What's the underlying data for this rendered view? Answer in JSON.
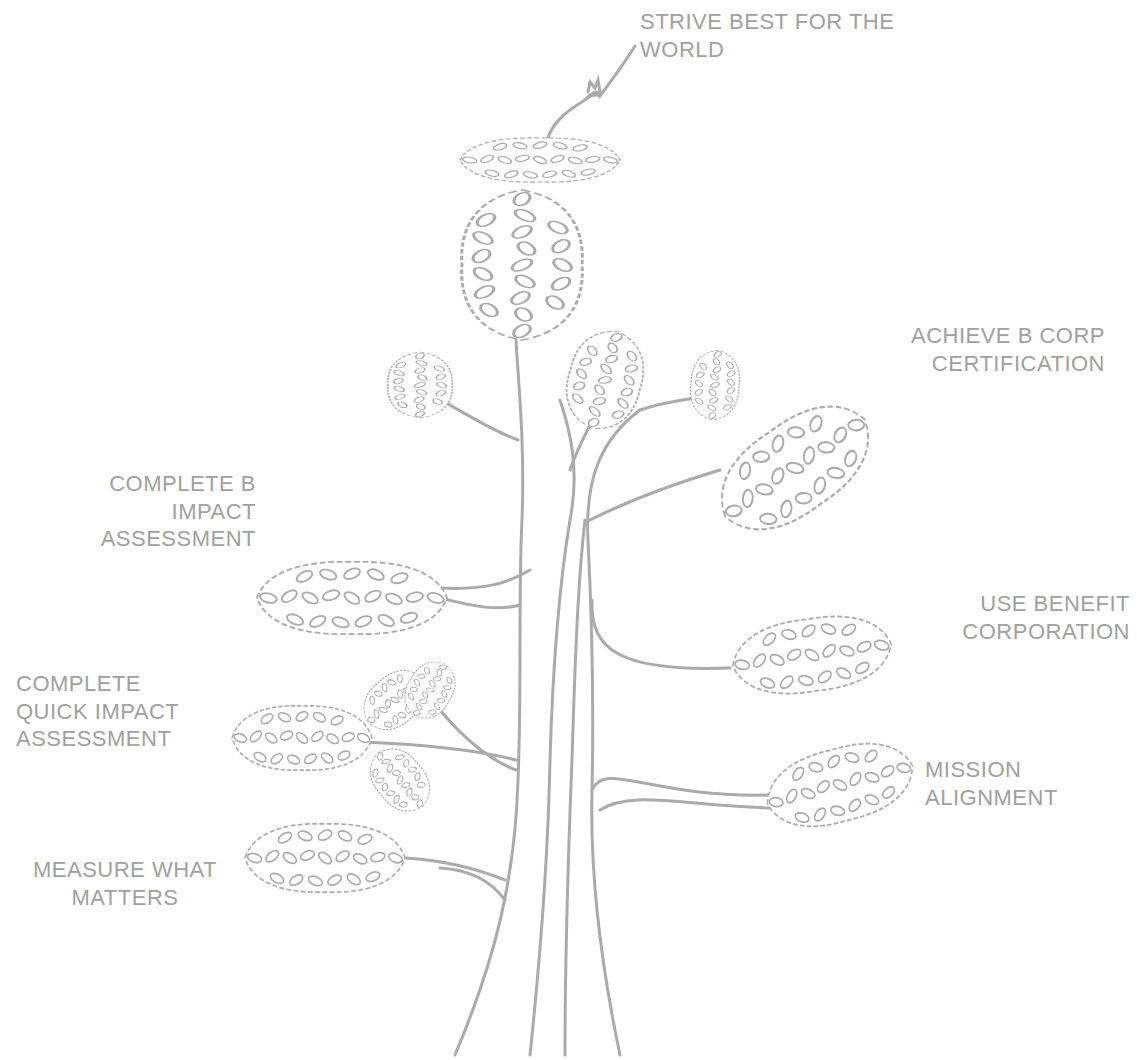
{
  "diagram": {
    "labels": [
      "STRIVE BEST FOR THE WORLD",
      "ACHIEVE B CORP CERTIFICATION",
      "COMPLETE B IMPACT ASSESSMENT",
      "USE BENEFIT CORPORATION",
      "COMPLETE QUICK IMPACT ASSESSMENT",
      "MISSION ALIGNMENT",
      "MEASURE WHAT MATTERS"
    ]
  }
}
